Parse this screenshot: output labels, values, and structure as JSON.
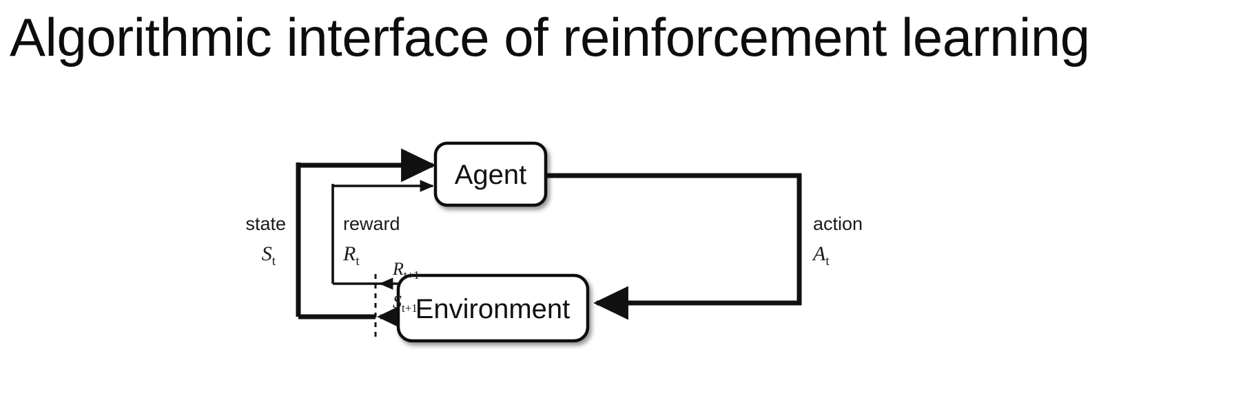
{
  "slide": {
    "title": "Algorithmic interface of reinforcement learning",
    "background_color": "#ffffff",
    "text_color": "#0d0d0d"
  },
  "diagram": {
    "type": "agent-environment-interaction-loop",
    "line_color": "#111111",
    "box_fill": "#ffffff",
    "box_stroke": "#111111",
    "nodes": [
      {
        "id": "agent",
        "label": "Agent"
      },
      {
        "id": "environment",
        "label": "Environment"
      }
    ],
    "edge_labels": {
      "state_word": "state",
      "state_symbol": "S",
      "state_symbol_sub": "t",
      "reward_word": "reward",
      "reward_symbol": "R",
      "reward_symbol_sub": "t",
      "action_word": "action",
      "action_symbol": "A",
      "action_symbol_sub": "t",
      "next_reward_symbol": "R",
      "next_reward_sub": "t+1",
      "next_state_symbol": "S",
      "next_state_sub": "t+1"
    },
    "separator": {
      "style": "dashed",
      "meaning": "time-step boundary"
    }
  }
}
